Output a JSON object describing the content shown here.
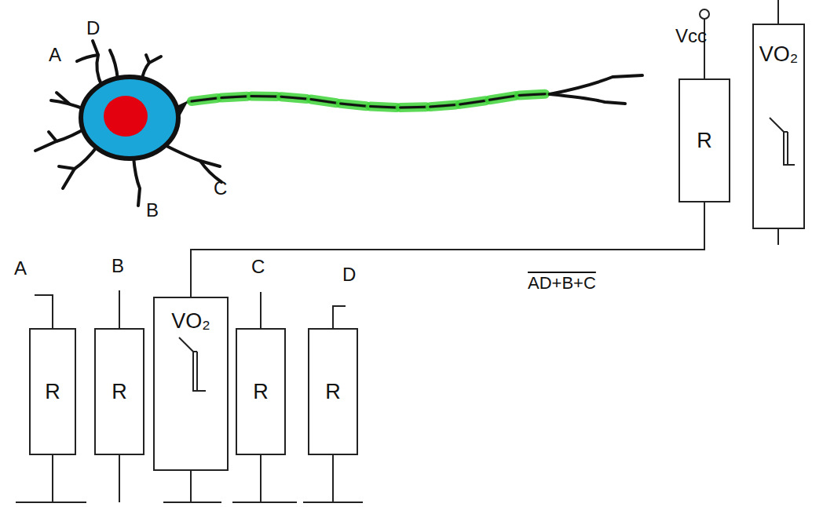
{
  "diagram": {
    "nodes": [
      {
        "text": [
          "R"
        ]
      },
      {
        "text": [
          "VO₂"
        ]
      },
      {
        "text": [
          "R"
        ]
      },
      {
        "text": [
          "R"
        ]
      },
      {
        "text": [
          "VO₂"
        ]
      },
      {
        "text": [
          "R"
        ]
      },
      {
        "text": [
          "R"
        ]
      }
    ],
    "edges": [
      {
        "from": 4,
        "to": 0,
        "arrow": "none"
      }
    ],
    "labels": [
      "D",
      "A",
      "C",
      "B",
      "Vcc",
      "A",
      "B",
      "C",
      "D",
      "AD+B+C"
    ]
  }
}
